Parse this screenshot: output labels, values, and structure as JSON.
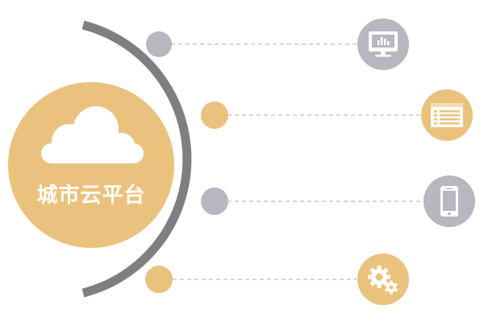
{
  "hub": {
    "label": "城市云平台",
    "icon": "cloud-icon"
  },
  "colors": {
    "gold": "#EBC27D",
    "gray": "#B8B7BF",
    "arc": "#7F7E83",
    "dash": "#C8C8CC",
    "white": "#FFFFFF"
  },
  "channels": [
    {
      "icon": "monitor-icon",
      "color": "gray"
    },
    {
      "icon": "document-list-icon",
      "color": "gold"
    },
    {
      "icon": "smartphone-icon",
      "color": "gray"
    },
    {
      "icon": "gear-icon",
      "color": "gold"
    }
  ]
}
